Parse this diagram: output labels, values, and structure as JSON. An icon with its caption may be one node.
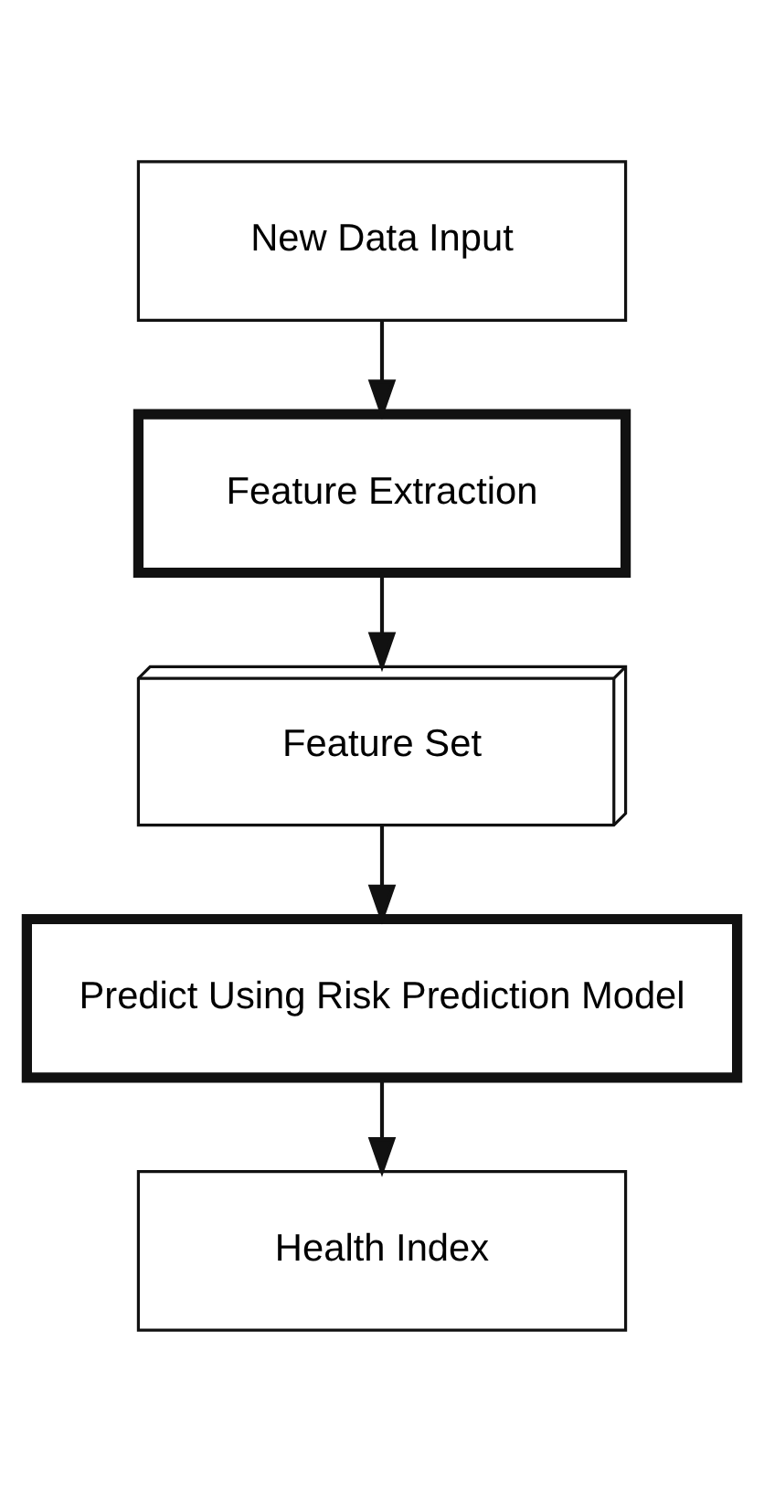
{
  "diagram": {
    "nodes": [
      {
        "text": [
          "New Data Input"
        ]
      },
      {
        "text": [
          "Feature Extraction"
        ]
      },
      {
        "text": [
          "Feature Set"
        ]
      },
      {
        "text": [
          "Predict Using Risk Prediction Model"
        ]
      },
      {
        "text": [
          "Health Index"
        ]
      }
    ],
    "edges": [
      {
        "from": 0,
        "to": 1,
        "arrow": "to"
      },
      {
        "from": 1,
        "to": 2,
        "arrow": "to"
      },
      {
        "from": 2,
        "to": 3,
        "arrow": "to"
      },
      {
        "from": 3,
        "to": 4,
        "arrow": "to"
      }
    ]
  }
}
